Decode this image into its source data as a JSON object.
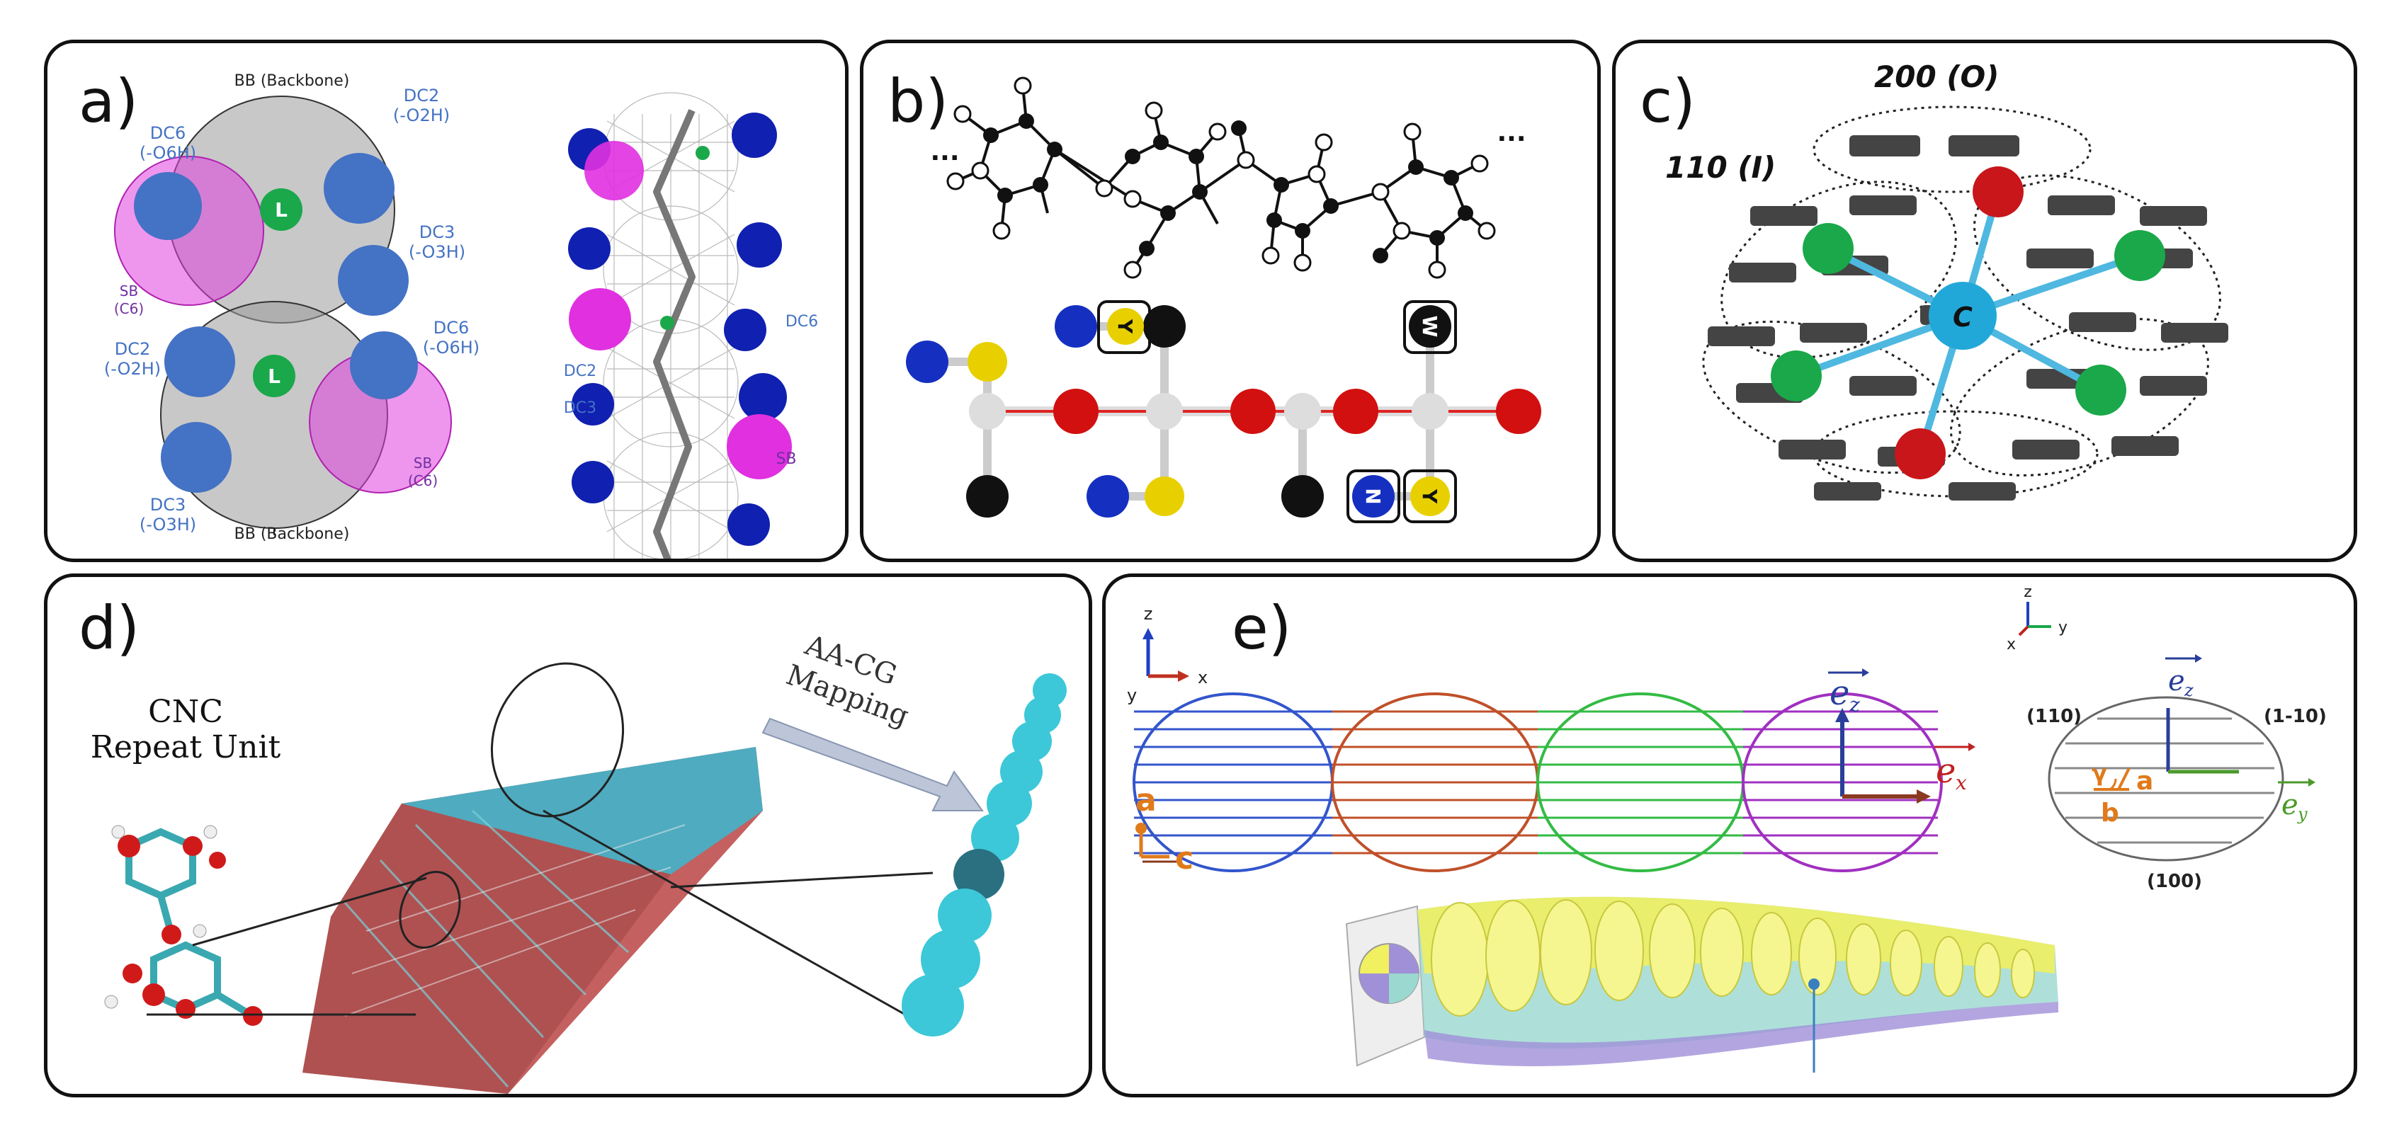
{
  "panels": {
    "a": {
      "label": "a)",
      "bb_top": "BB (Backbone)",
      "bb_bottom": "BB (Backbone)",
      "dc6_top_name": "DC6",
      "dc6_top_group": "(-O6H)",
      "dc2_top_name": "DC2",
      "dc2_top_group": "(-O2H)",
      "dc3_top_name": "DC3",
      "dc3_top_group": "(-O3H)",
      "sb_top_name": "SB",
      "sb_top_group": "(C6)",
      "dc2_bot_name": "DC2",
      "dc2_bot_group": "(-O2H)",
      "dc6_bot_name": "DC6",
      "dc6_bot_group": "(-O6H)",
      "dc3_bot_name": "DC3",
      "dc3_bot_group": "(-O3H)",
      "sb_bot_name": "SB",
      "sb_bot_group": "(C6)",
      "l_glyph": "L",
      "right_dc6": "DC6",
      "right_dc2": "DC2",
      "right_dc3": "DC3",
      "right_sb": "SB"
    },
    "b": {
      "label": "b)",
      "ellipsis_left": "...",
      "ellipsis_right": "...",
      "bead_y": "Y",
      "bead_w": "W",
      "bead_n": "N"
    },
    "c": {
      "label": "c)",
      "face_200": "200 (O)",
      "face_110": "110 (I)",
      "center": "C"
    },
    "d": {
      "label": "d)",
      "cnc_line1": "CNC",
      "cnc_line2": "Repeat Unit",
      "map_line1": "AA-CG",
      "map_line2": "Mapping"
    },
    "e": {
      "label": "e)",
      "axis_z": "z",
      "axis_x": "x",
      "axis_y": "y",
      "lat_a": "a",
      "lat_c": "c",
      "ez": "e",
      "ex": "e",
      "ey": "e",
      "sub_z": "z",
      "sub_x": "x",
      "sub_y": "y",
      "face_110": "(110)",
      "face_1m10": "(1-10)",
      "face_100": "(100)",
      "lat_b": "b",
      "gamma": "γ",
      "lat_a2": "a",
      "inset_z": "z",
      "inset_x": "x",
      "inset_y": "y"
    }
  },
  "colors": {
    "dc_blue": "#4472c4",
    "sb_magenta": "#e040e0",
    "label_blue": "#4472c4",
    "label_purple": "#7030a0",
    "bead_green": "#1aa84a",
    "bead_red": "#c8161a",
    "bead_cyan": "#3cc8d8",
    "strand_blue": "#3355cc",
    "strand_red": "#c0502a",
    "strand_green": "#33bb44",
    "strand_purple": "#a030c0",
    "orange": "#e07a1a",
    "ez_blue": "#2a3f9a",
    "ex_red": "#c02020",
    "ey_green": "#4a9a2a"
  }
}
